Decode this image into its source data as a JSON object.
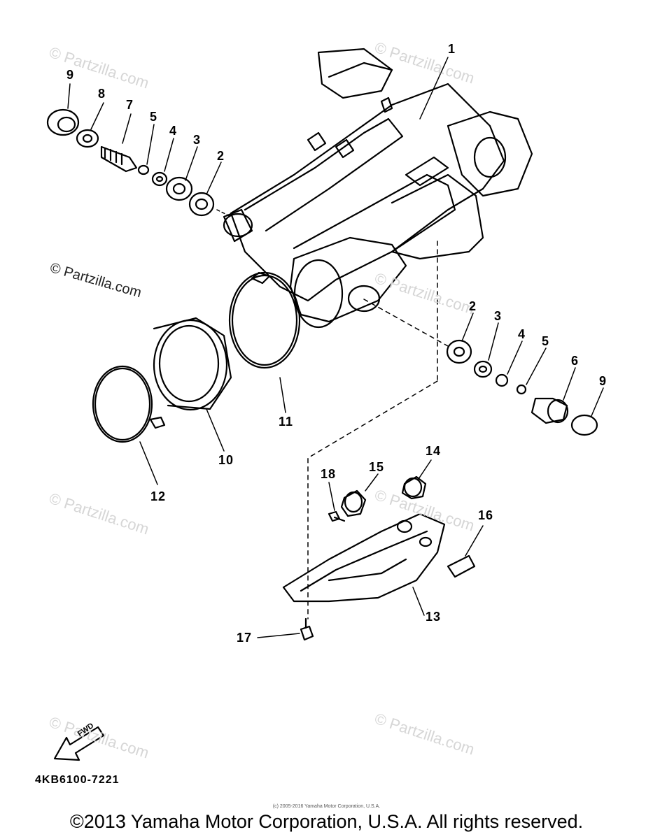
{
  "watermarks": [
    "© Partzilla.com",
    "© Partzilla.com",
    "© Partzilla.com",
    "© Partzilla.com",
    "© Partzilla.com",
    "© Partzilla.com",
    "© Partzilla.com",
    "© Partzilla.com"
  ],
  "watermark_strong": "© Partzilla.com",
  "callouts": [
    "1",
    "2",
    "3",
    "4",
    "5",
    "6",
    "7",
    "8",
    "9",
    "10",
    "11",
    "12",
    "13",
    "14",
    "15",
    "16",
    "17",
    "18"
  ],
  "callouts_right": [
    "2",
    "3",
    "4",
    "5",
    "9"
  ],
  "fwd": "FWD",
  "part_code": "4KB6100-7221",
  "small_copyright": "(c) 2005-2016 Yamaha Motor Corporation, U.S.A.",
  "copyright": "©2013 Yamaha Motor Corporation, U.S.A. All rights reserved."
}
